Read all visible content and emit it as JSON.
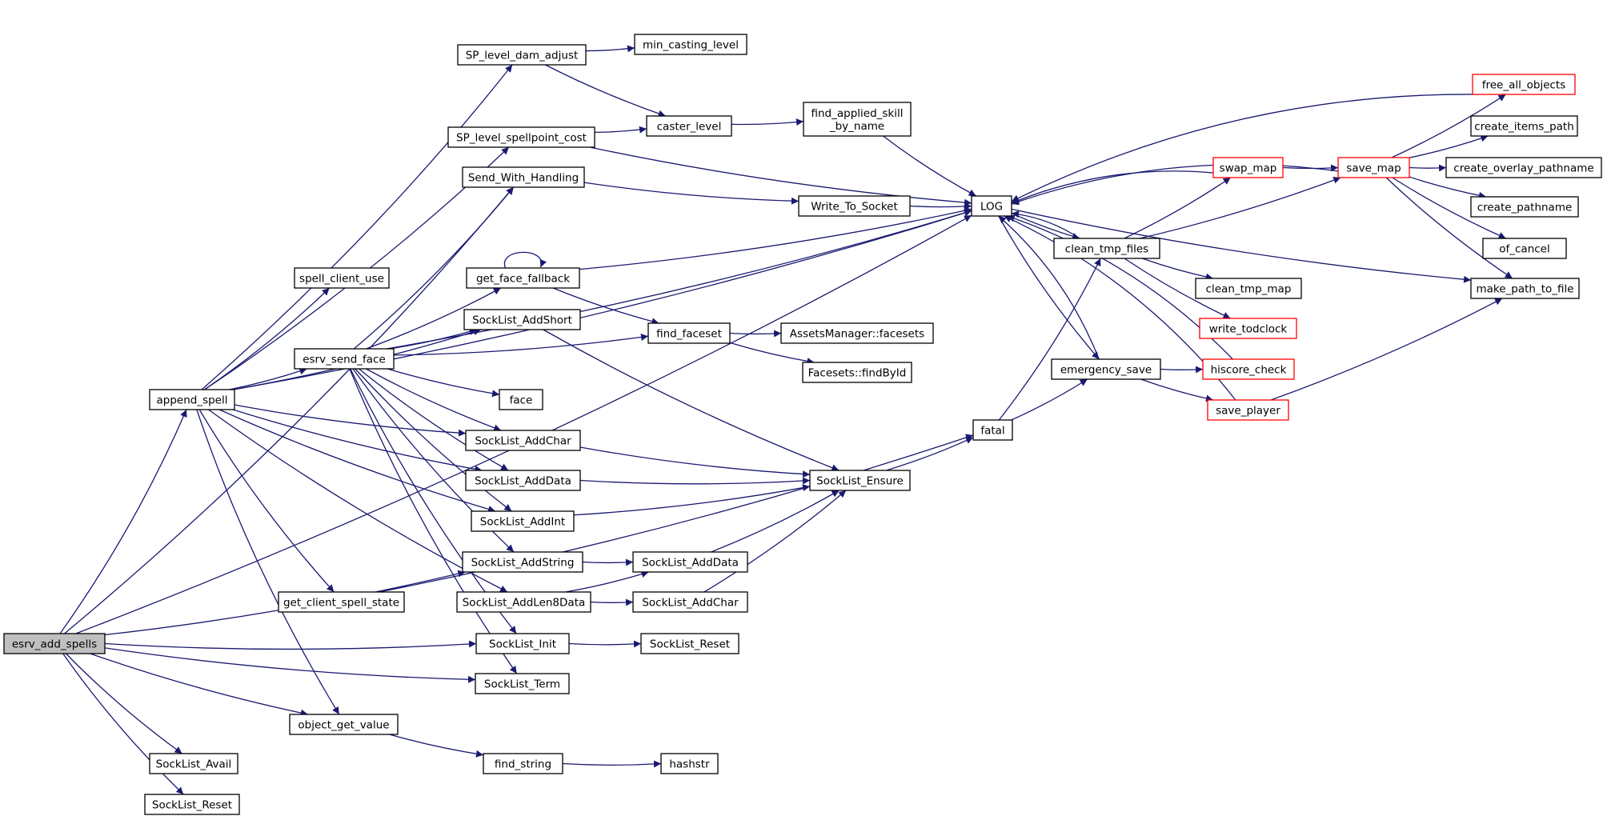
{
  "title": "",
  "colors": {
    "edge": "#191970",
    "node_border": "#000000",
    "incomplete_border": "#ff0000",
    "root_fill": "#bfbfbf",
    "fill": "#ffffff"
  },
  "nodes": [
    {
      "id": "esrv_add_spells",
      "label": "esrv_add_spells",
      "style": "root"
    },
    {
      "id": "append_spell",
      "label": "append_spell"
    },
    {
      "id": "SockList_Avail",
      "label": "SockList_Avail"
    },
    {
      "id": "SockList_Reset_a",
      "label": "SockList_Reset"
    },
    {
      "id": "spell_client_use",
      "label": "spell_client_use"
    },
    {
      "id": "esrv_send_face",
      "label": "esrv_send_face"
    },
    {
      "id": "get_client_spell_state",
      "label": "get_client_spell_state"
    },
    {
      "id": "object_get_value",
      "label": "object_get_value"
    },
    {
      "id": "SP_level_dam_adjust",
      "label": "SP_level_dam_adjust"
    },
    {
      "id": "SP_level_spellpoint_cost",
      "label": "SP_level_spellpoint_cost"
    },
    {
      "id": "Send_With_Handling",
      "label": "Send_With_Handling"
    },
    {
      "id": "get_face_fallback",
      "label": "get_face_fallback"
    },
    {
      "id": "SockList_AddShort",
      "label": "SockList_AddShort"
    },
    {
      "id": "face",
      "label": "face"
    },
    {
      "id": "SockList_AddChar",
      "label": "SockList_AddChar"
    },
    {
      "id": "SockList_AddData",
      "label": "SockList_AddData"
    },
    {
      "id": "SockList_AddInt",
      "label": "SockList_AddInt"
    },
    {
      "id": "SockList_AddString",
      "label": "SockList_AddString"
    },
    {
      "id": "SockList_AddLen8Data",
      "label": "SockList_AddLen8Data"
    },
    {
      "id": "SockList_Init",
      "label": "SockList_Init"
    },
    {
      "id": "SockList_Term",
      "label": "SockList_Term"
    },
    {
      "id": "find_string",
      "label": "find_string"
    },
    {
      "id": "min_casting_level",
      "label": "min_casting_level"
    },
    {
      "id": "caster_level",
      "label": "caster_level"
    },
    {
      "id": "find_faceset",
      "label": "find_faceset"
    },
    {
      "id": "SockList_AddData2",
      "label": "SockList_AddData"
    },
    {
      "id": "SockList_AddChar2",
      "label": "SockList_AddChar"
    },
    {
      "id": "SockList_Reset_b",
      "label": "SockList_Reset"
    },
    {
      "id": "hashstr",
      "label": "hashstr"
    },
    {
      "id": "find_applied_skill_by_name",
      "label": "find_applied_skill\n_by_name"
    },
    {
      "id": "Write_To_Socket",
      "label": "Write_To_Socket"
    },
    {
      "id": "AssetsManager_facesets",
      "label": "AssetsManager::facesets"
    },
    {
      "id": "Facesets_findById",
      "label": "Facesets::findById"
    },
    {
      "id": "SockList_Ensure",
      "label": "SockList_Ensure"
    },
    {
      "id": "LOG",
      "label": "LOG"
    },
    {
      "id": "fatal",
      "label": "fatal"
    },
    {
      "id": "clean_tmp_files",
      "label": "clean_tmp_files"
    },
    {
      "id": "emergency_save",
      "label": "emergency_save"
    },
    {
      "id": "swap_map",
      "label": "swap_map",
      "style": "incomplete"
    },
    {
      "id": "clean_tmp_map",
      "label": "clean_tmp_map"
    },
    {
      "id": "write_todclock",
      "label": "write_todclock",
      "style": "incomplete"
    },
    {
      "id": "hiscore_check",
      "label": "hiscore_check",
      "style": "incomplete"
    },
    {
      "id": "save_player",
      "label": "save_player",
      "style": "incomplete"
    },
    {
      "id": "save_map",
      "label": "save_map",
      "style": "incomplete"
    },
    {
      "id": "free_all_objects",
      "label": "free_all_objects",
      "style": "incomplete"
    },
    {
      "id": "create_items_path",
      "label": "create_items_path"
    },
    {
      "id": "create_overlay_pathname",
      "label": "create_overlay_pathname"
    },
    {
      "id": "create_pathname",
      "label": "create_pathname"
    },
    {
      "id": "of_cancel",
      "label": "of_cancel"
    },
    {
      "id": "make_path_to_file",
      "label": "make_path_to_file"
    }
  ],
  "edges": [
    [
      "esrv_add_spells",
      "append_spell"
    ],
    [
      "esrv_add_spells",
      "LOG"
    ],
    [
      "esrv_add_spells",
      "Send_With_Handling"
    ],
    [
      "esrv_add_spells",
      "SockList_AddString"
    ],
    [
      "esrv_add_spells",
      "SockList_Init"
    ],
    [
      "esrv_add_spells",
      "SockList_Term"
    ],
    [
      "esrv_add_spells",
      "object_get_value"
    ],
    [
      "esrv_add_spells",
      "SockList_Avail"
    ],
    [
      "esrv_add_spells",
      "SockList_Reset_a"
    ],
    [
      "append_spell",
      "SP_level_dam_adjust"
    ],
    [
      "append_spell",
      "LOG"
    ],
    [
      "append_spell",
      "SP_level_spellpoint_cost"
    ],
    [
      "append_spell",
      "spell_client_use"
    ],
    [
      "append_spell",
      "SockList_AddShort"
    ],
    [
      "append_spell",
      "esrv_send_face"
    ],
    [
      "append_spell",
      "SockList_AddChar"
    ],
    [
      "append_spell",
      "SockList_AddData"
    ],
    [
      "append_spell",
      "SockList_AddInt"
    ],
    [
      "append_spell",
      "SockList_AddLen8Data"
    ],
    [
      "append_spell",
      "get_client_spell_state"
    ],
    [
      "append_spell",
      "object_get_value"
    ],
    [
      "esrv_send_face",
      "Send_With_Handling"
    ],
    [
      "esrv_send_face",
      "LOG"
    ],
    [
      "esrv_send_face",
      "get_face_fallback"
    ],
    [
      "esrv_send_face",
      "SockList_AddShort"
    ],
    [
      "esrv_send_face",
      "find_faceset"
    ],
    [
      "esrv_send_face",
      "face"
    ],
    [
      "esrv_send_face",
      "SockList_AddChar"
    ],
    [
      "esrv_send_face",
      "SockList_AddData"
    ],
    [
      "esrv_send_face",
      "SockList_AddInt"
    ],
    [
      "esrv_send_face",
      "SockList_AddString"
    ],
    [
      "esrv_send_face",
      "SockList_Init"
    ],
    [
      "esrv_send_face",
      "SockList_Term"
    ],
    [
      "get_client_spell_state",
      "fatal"
    ],
    [
      "object_get_value",
      "find_string"
    ],
    [
      "SP_level_dam_adjust",
      "min_casting_level"
    ],
    [
      "SP_level_dam_adjust",
      "caster_level"
    ],
    [
      "SP_level_spellpoint_cost",
      "caster_level"
    ],
    [
      "SP_level_spellpoint_cost",
      "LOG"
    ],
    [
      "Send_With_Handling",
      "Write_To_Socket"
    ],
    [
      "get_face_fallback",
      "get_face_fallback"
    ],
    [
      "get_face_fallback",
      "LOG"
    ],
    [
      "get_face_fallback",
      "find_faceset"
    ],
    [
      "SockList_AddShort",
      "SockList_Ensure"
    ],
    [
      "SockList_AddChar",
      "SockList_Ensure"
    ],
    [
      "SockList_AddData",
      "SockList_Ensure"
    ],
    [
      "SockList_AddInt",
      "SockList_Ensure"
    ],
    [
      "SockList_AddString",
      "SockList_AddData2"
    ],
    [
      "SockList_AddLen8Data",
      "SockList_AddData2"
    ],
    [
      "SockList_AddLen8Data",
      "SockList_AddChar2"
    ],
    [
      "SockList_Init",
      "SockList_Reset_b"
    ],
    [
      "find_string",
      "hashstr"
    ],
    [
      "caster_level",
      "find_applied_skill_by_name"
    ],
    [
      "find_faceset",
      "AssetsManager_facesets"
    ],
    [
      "find_faceset",
      "Facesets_findById"
    ],
    [
      "SockList_AddData2",
      "SockList_Ensure"
    ],
    [
      "SockList_AddChar2",
      "SockList_Ensure"
    ],
    [
      "find_applied_skill_by_name",
      "LOG"
    ],
    [
      "Write_To_Socket",
      "LOG"
    ],
    [
      "SockList_Ensure",
      "fatal"
    ],
    [
      "fatal",
      "clean_tmp_files"
    ],
    [
      "fatal",
      "emergency_save"
    ],
    [
      "LOG",
      "clean_tmp_files"
    ],
    [
      "LOG",
      "emergency_save"
    ],
    [
      "LOG",
      "make_path_to_file"
    ],
    [
      "clean_tmp_files",
      "swap_map"
    ],
    [
      "clean_tmp_files",
      "save_map"
    ],
    [
      "clean_tmp_files",
      "clean_tmp_map"
    ],
    [
      "clean_tmp_files",
      "write_todclock"
    ],
    [
      "clean_tmp_files",
      "LOG"
    ],
    [
      "emergency_save",
      "LOG"
    ],
    [
      "emergency_save",
      "hiscore_check"
    ],
    [
      "emergency_save",
      "save_player"
    ],
    [
      "swap_map",
      "save_map"
    ],
    [
      "swap_map",
      "LOG"
    ],
    [
      "save_map",
      "LOG"
    ],
    [
      "save_map",
      "free_all_objects"
    ],
    [
      "save_map",
      "create_items_path"
    ],
    [
      "save_map",
      "create_overlay_pathname"
    ],
    [
      "save_map",
      "create_pathname"
    ],
    [
      "save_map",
      "of_cancel"
    ],
    [
      "save_map",
      "make_path_to_file"
    ],
    [
      "free_all_objects",
      "LOG"
    ],
    [
      "hiscore_check",
      "LOG"
    ],
    [
      "save_player",
      "LOG"
    ],
    [
      "save_player",
      "make_path_to_file"
    ]
  ]
}
